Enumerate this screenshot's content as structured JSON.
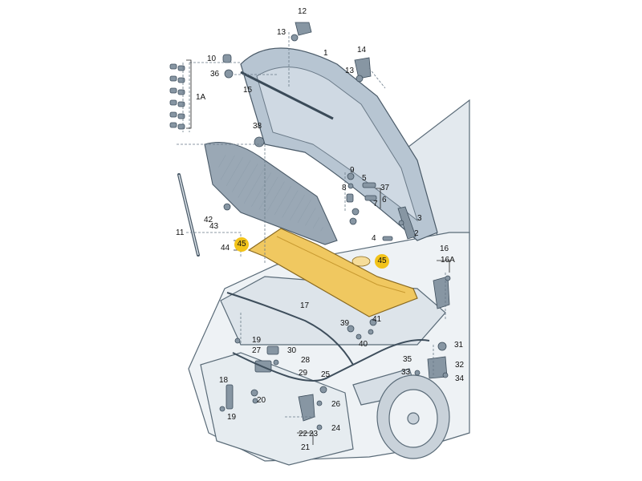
{
  "labels": {
    "l1": "1",
    "l1a": "1A",
    "l2": "2",
    "l3": "3",
    "l4": "4",
    "l5": "5",
    "l6": "6",
    "l7": "7",
    "l8": "8",
    "l9": "9",
    "l10": "10",
    "l11": "11",
    "l12": "12",
    "l13a": "13",
    "l13b": "13",
    "l14": "14",
    "l15": "15",
    "l16": "16",
    "l16a": "16A",
    "l17": "17",
    "l18": "18",
    "l19a": "19",
    "l19b": "19",
    "l20": "20",
    "l21": "21",
    "l22": "22",
    "l23": "23",
    "l24": "24",
    "l25": "25",
    "l26": "26",
    "l27": "27",
    "l28": "28",
    "l29": "29",
    "l30": "30",
    "l31": "31",
    "l32": "32",
    "l33": "33",
    "l34": "34",
    "l35": "35",
    "l36": "36",
    "l37": "37",
    "l38": "38",
    "l39": "39",
    "l40": "40",
    "l41": "41",
    "l42": "42",
    "l43": "43",
    "l44": "44",
    "l45a": "45",
    "l45b": "45"
  },
  "colors": {
    "highlight": "#f2c31a",
    "highlight_part": "#f0c860",
    "hood_fill": "#cfd9e3",
    "car_fill": "#eef2f5",
    "line": "#4a5a68"
  }
}
